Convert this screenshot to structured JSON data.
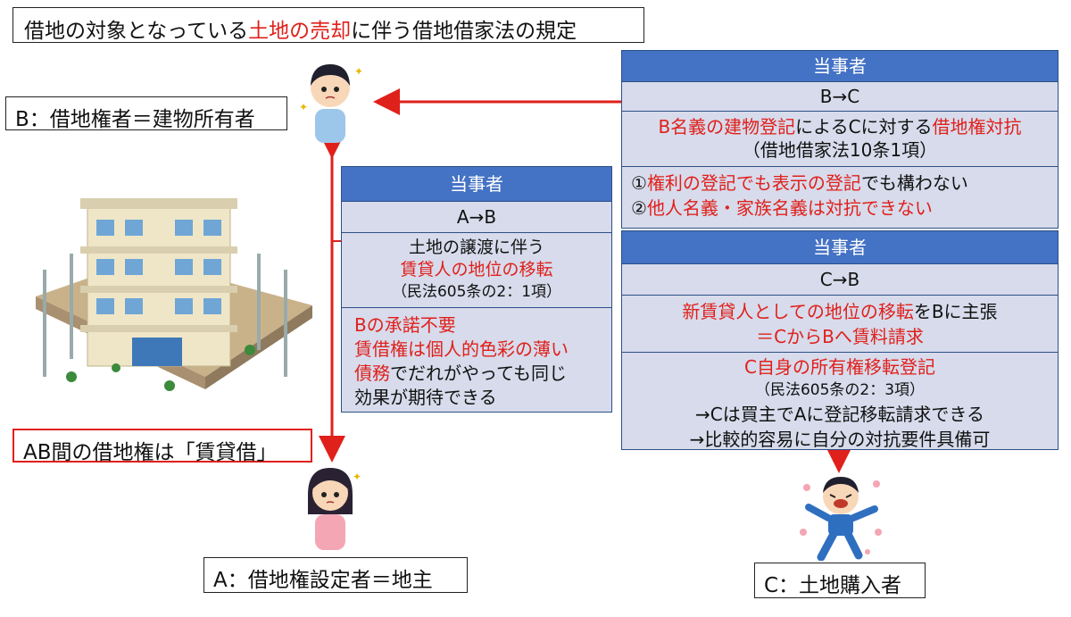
{
  "title": {
    "pre": "借地の対象となっている",
    "emph": "土地の売却",
    "post": "に伴う借地借家法の規定"
  },
  "labels": {
    "b": "B：借地権者＝建物所有者",
    "ab": "AB間の借地権は「賃貸借」",
    "a": "A：借地権設定者＝地主",
    "c": "C：土地購入者"
  },
  "card_ab": {
    "header": "当事者",
    "parties": "A→B",
    "sec1": {
      "line1": "土地の譲渡に伴う",
      "line2": "賃貸人の地位の移転",
      "line3": "（民法605条の2：1項）"
    },
    "sec2": {
      "line1": "Bの承諾不要",
      "line2": "賃借権は個人的色彩の薄い",
      "line3a": "債務",
      "line3b": "でだれがやっても同じ",
      "line4": "効果が期待できる"
    }
  },
  "card_bc": {
    "header": "当事者",
    "parties": "B→C",
    "sec1": {
      "p1": "B名義の建物登記",
      "p2": "によるCに対する",
      "p3": "借地権対抗",
      "line2": "（借地借家法10条1項）"
    },
    "sec2": {
      "a1": "①",
      "a2": "権利の登記でも表示の登記",
      "a3": "でも構わない",
      "b1": "②",
      "b2": "他人名義・家族名義は対抗できない"
    }
  },
  "card_cb": {
    "header": "当事者",
    "parties": "C→B",
    "sec1": {
      "p1": "新賃貸人としての地位の移転",
      "p2": "をBに主張",
      "line2": "＝CからBへ賃料請求"
    },
    "sec2": {
      "line1": "C自身の所有権移転登記",
      "line2": "（民法605条の2：3項）",
      "line3": "→Cは買主でAに登記移転請求できる",
      "line4": "→比較的容易に自分の対抗要件具備可"
    }
  },
  "colors": {
    "accent_red": "#e0201b",
    "card_header": "#4472c4",
    "card_body": "#d7dbeb"
  },
  "icons": [
    "person-b-icon",
    "person-a-icon",
    "person-c-icon",
    "building-icon"
  ]
}
